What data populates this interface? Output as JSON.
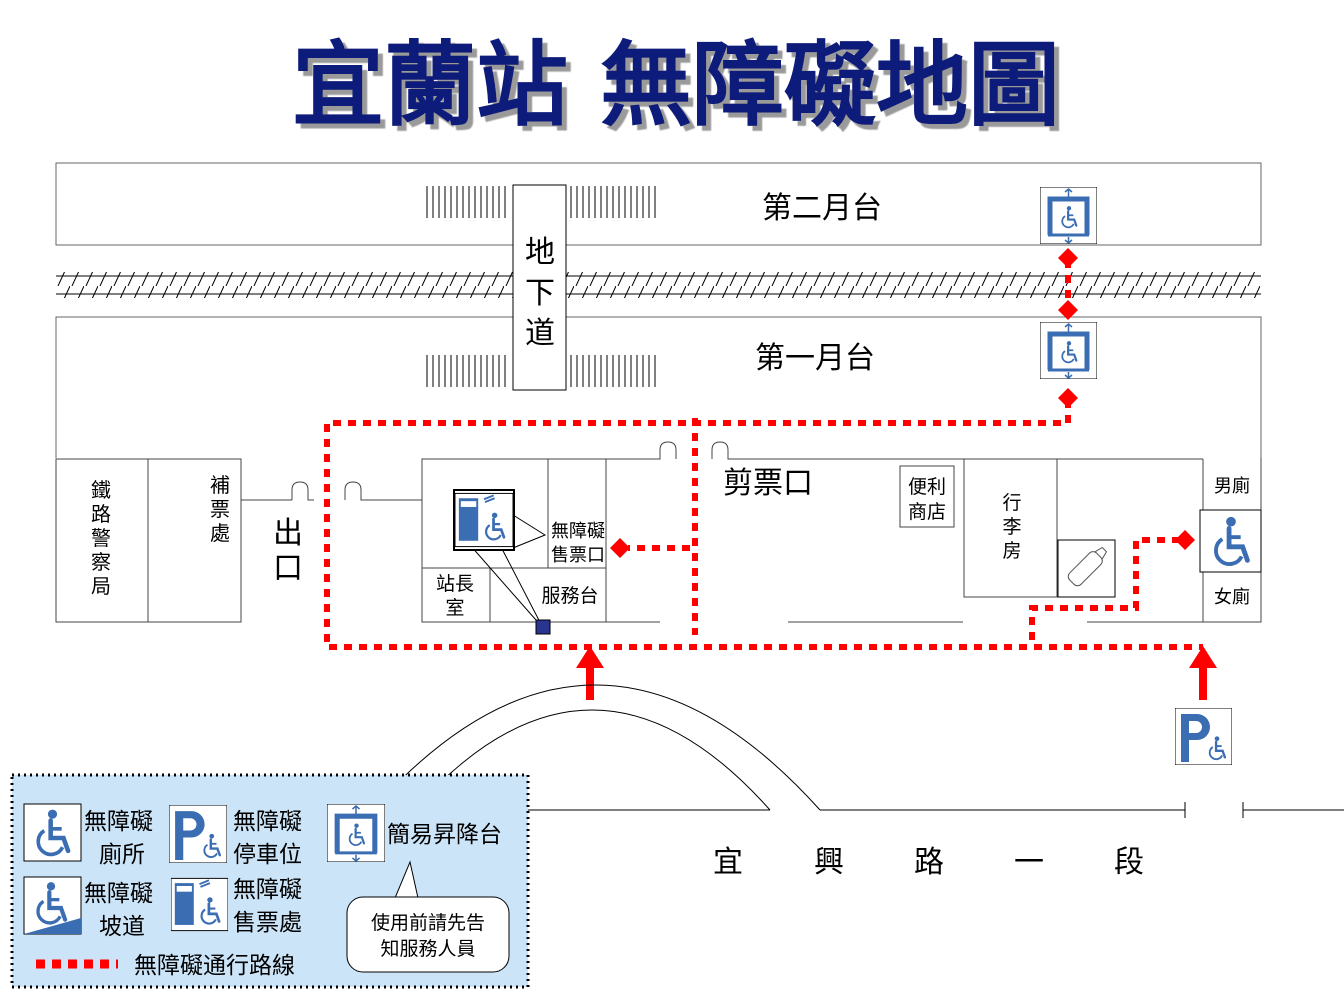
{
  "title": "宜蘭站 無障礙地圖",
  "colors": {
    "title": "#0a1a7a",
    "route": "#ff0000",
    "icon": "#3b6db3",
    "legend_bg": "#cce4f7"
  },
  "map": {
    "platform2": "第二月台",
    "platform1": "第一月台",
    "underpass": [
      "地",
      "下",
      "道"
    ],
    "railway_police": [
      "鐵",
      "路",
      "警",
      "察",
      "局"
    ],
    "fare_adjustment": [
      "補",
      "票",
      "處"
    ],
    "exit": [
      "出",
      "口"
    ],
    "accessible_ticket": [
      "無障礙",
      "售票口"
    ],
    "stationmaster": [
      "站長",
      "室"
    ],
    "service_desk": "服務台",
    "ticket_gate": "剪票口",
    "convenience_store": [
      "便利",
      "商店"
    ],
    "luggage_room": [
      "行",
      "李",
      "房"
    ],
    "mens_toilet": "男廁",
    "womens_toilet": "女廁",
    "road": [
      "宜",
      "興",
      "路",
      "一",
      "段"
    ]
  },
  "icons": [
    "wheelchair-toilet-icon",
    "accessible-parking-icon",
    "platform-lift-icon",
    "ramp-icon",
    "ticket-machine-icon",
    "nursing-bottle-icon"
  ],
  "legend": {
    "toilet": [
      "無障礙",
      "廁所"
    ],
    "parking": [
      "無障礙",
      "停車位"
    ],
    "lift": "簡易昇降台",
    "ramp": [
      "無障礙",
      "坡道"
    ],
    "ticket": [
      "無障礙",
      "售票處"
    ],
    "route": "無障礙通行路線",
    "lift_note": [
      "使用前請先告",
      "知服務人員"
    ]
  }
}
